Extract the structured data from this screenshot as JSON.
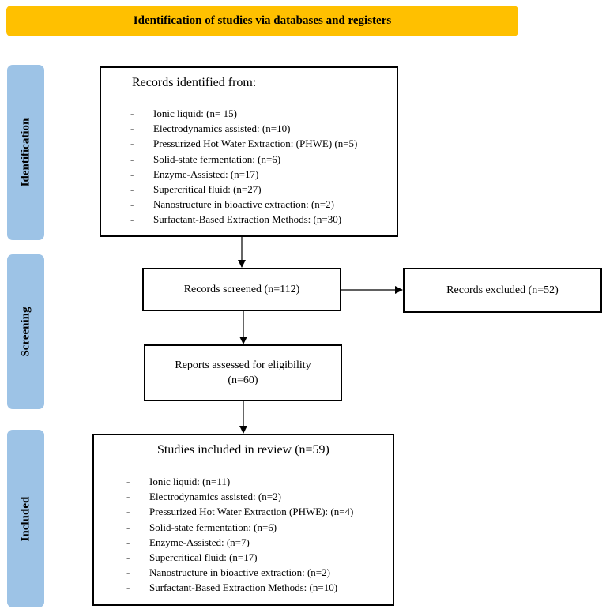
{
  "header": {
    "title": "Identification of studies via databases and registers"
  },
  "phases": {
    "identification": "Identification",
    "screening": "Screening",
    "included": "Included"
  },
  "identified": {
    "title": "Records identified from:",
    "items": [
      "Ionic liquid: (n= 15)",
      "Electrodynamics assisted: (n=10)",
      "Pressurized Hot Water Extraction: (PHWE) (n=5)",
      "Solid-state fermentation: (n=6)",
      "Enzyme-Assisted: (n=17)",
      "Supercritical fluid: (n=27)",
      "Nanostructure in bioactive extraction: (n=2)",
      "Surfactant-Based Extraction Methods: (n=30)"
    ]
  },
  "screened": {
    "label": "Records screened (n=112)"
  },
  "excluded": {
    "label": "Records excluded (n=52)"
  },
  "assessed": {
    "line1": "Reports assessed for eligibility",
    "line2": "(n=60)"
  },
  "included": {
    "title": "Studies included in review (n=59)",
    "items": [
      "Ionic liquid: (n=11)",
      "Electrodynamics assisted: (n=2)",
      "Pressurized Hot Water Extraction (PHWE): (n=4)",
      "Solid-state fermentation: (n=6)",
      "Enzyme-Assisted: (n=7)",
      "Supercritical fluid: (n=17)",
      "Nanostructure in bioactive extraction: (n=2)",
      "Surfactant-Based Extraction Methods: (n=10)"
    ]
  },
  "colors": {
    "header_bg": "#ffc000",
    "phase_bg": "#9dc3e6"
  }
}
